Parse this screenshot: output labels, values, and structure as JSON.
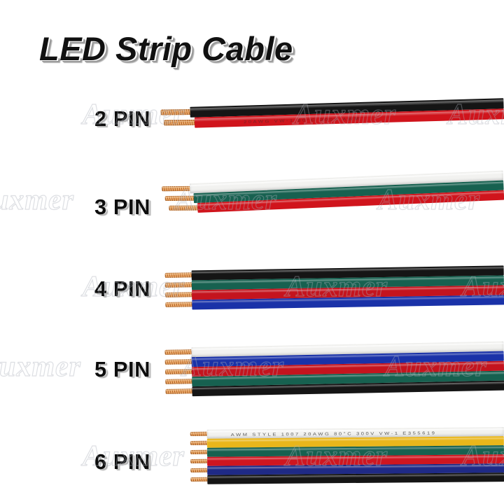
{
  "page": {
    "title": "LED Strip Cable",
    "background_color": "#ffffff",
    "watermark_text": "Auxmer"
  },
  "brand": {
    "name": "Auxmer"
  },
  "cable_print_legend": {
    "full": "AWM  STYLE  1007  20AWG  80°C  300V  VW-1  E355619",
    "short": "20AWG  VW-1  80°C  300V  AWM"
  },
  "rows": [
    {
      "label": "2 PIN",
      "pin_count": 2,
      "wires": [
        {
          "color_name": "black",
          "hex": "#151515"
        },
        {
          "color_name": "red",
          "hex": "#d0141c"
        }
      ],
      "print_text": "20AWG  VW-1  80°C  300V  AWM"
    },
    {
      "label": "3 PIN",
      "pin_count": 3,
      "wires": [
        {
          "color_name": "white",
          "hex": "#f2f2f0"
        },
        {
          "color_name": "green",
          "hex": "#176150"
        },
        {
          "color_name": "red",
          "hex": "#d0141c"
        }
      ],
      "print_text": ""
    },
    {
      "label": "4 PIN",
      "pin_count": 4,
      "wires": [
        {
          "color_name": "black",
          "hex": "#151515"
        },
        {
          "color_name": "green",
          "hex": "#176150"
        },
        {
          "color_name": "red",
          "hex": "#c4141e"
        },
        {
          "color_name": "blue",
          "hex": "#1a32a8"
        }
      ],
      "print_text": ""
    },
    {
      "label": "5 PIN",
      "pin_count": 5,
      "wires": [
        {
          "color_name": "white",
          "hex": "#f2f2f0"
        },
        {
          "color_name": "blue",
          "hex": "#1a32a8"
        },
        {
          "color_name": "red",
          "hex": "#c4141e"
        },
        {
          "color_name": "green",
          "hex": "#176150"
        },
        {
          "color_name": "black",
          "hex": "#151515"
        }
      ],
      "print_text": ""
    },
    {
      "label": "6 PIN",
      "pin_count": 6,
      "wires": [
        {
          "color_name": "white",
          "hex": "#f2f2f0"
        },
        {
          "color_name": "yellow",
          "hex": "#e9b61b"
        },
        {
          "color_name": "green",
          "hex": "#176150"
        },
        {
          "color_name": "red",
          "hex": "#cf1620"
        },
        {
          "color_name": "blue",
          "hex": "#1f2a86"
        },
        {
          "color_name": "black",
          "hex": "#151515"
        }
      ],
      "print_text": "AWM  STYLE  1007  20AWG  80°C  300V  VW-1  E355619"
    }
  ]
}
